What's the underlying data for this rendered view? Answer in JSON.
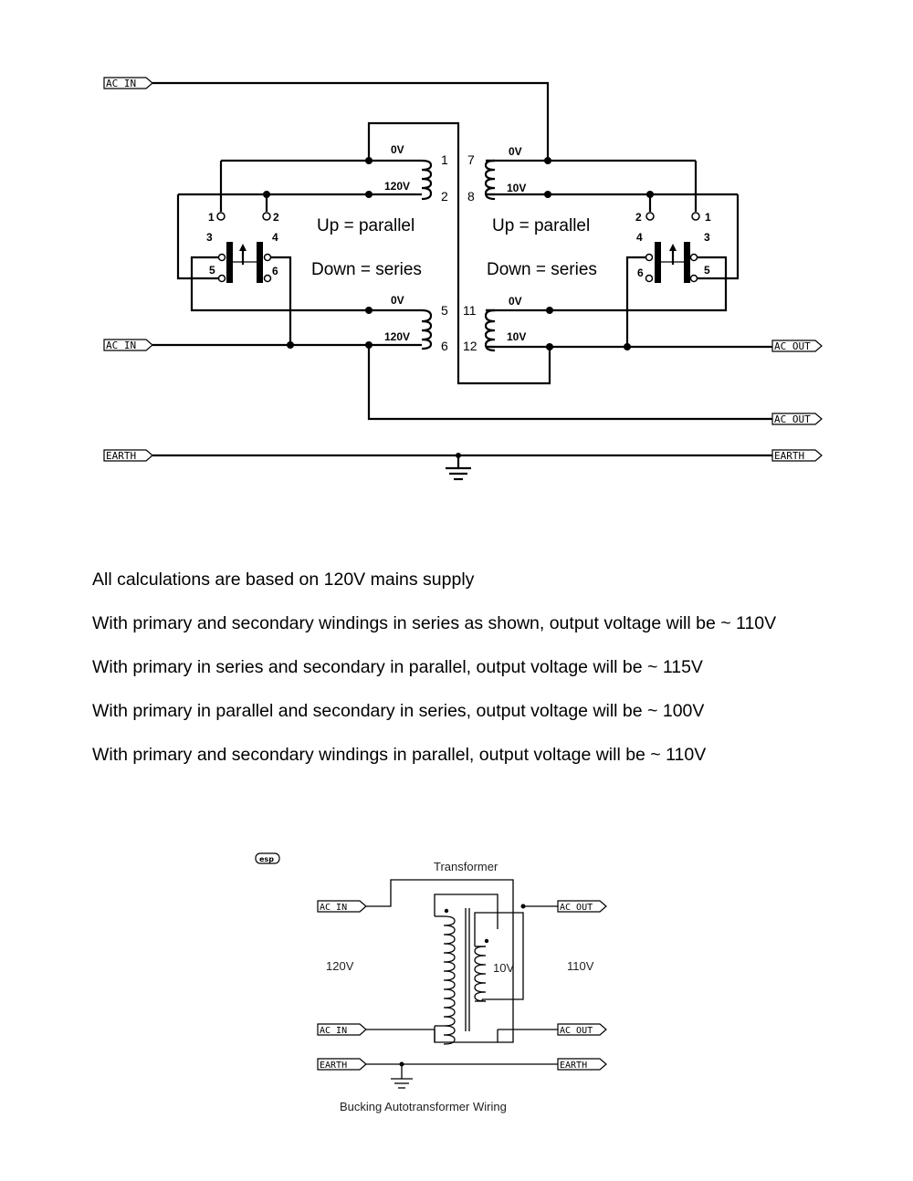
{
  "schematic": {
    "labels": {
      "ac_in": "AC IN",
      "ac_out": "AC OUT",
      "earth": "EARTH"
    },
    "left_transformer": {
      "top_winding": {
        "v0": "0V",
        "v1": "120V",
        "pin_a": "1",
        "pin_b": "2"
      },
      "bottom_winding": {
        "v0": "0V",
        "v1": "120V",
        "pin_a": "5",
        "pin_b": "6"
      }
    },
    "right_transformer": {
      "top_winding": {
        "v0": "0V",
        "v1": "10V",
        "pin_a": "7",
        "pin_b": "8"
      },
      "bottom_winding": {
        "v0": "0V",
        "v1": "10V",
        "pin_a": "11",
        "pin_b": "12"
      }
    },
    "switch_pins": {
      "p1": "1",
      "p2": "2",
      "p3": "3",
      "p4": "4",
      "p5": "5",
      "p6": "6"
    },
    "switch_text": {
      "up": "Up = parallel",
      "down": "Down = series"
    }
  },
  "notes": [
    "All calculations are based on 120V mains supply",
    "With primary and secondary windings in series as shown, output voltage will be ~ 110V",
    "With primary in series and secondary in parallel, output voltage will be ~ 115V",
    "With primary in parallel and secondary in series, output voltage will be ~ 100V",
    "With primary and secondary windings in parallel, output voltage will be ~ 110V"
  ],
  "autotransformer": {
    "logo": "esp",
    "title": "Transformer",
    "input_voltage": "120V",
    "secondary_voltage": "10V",
    "output_voltage": "110V",
    "caption": "Bucking Autotransformer Wiring",
    "labels": {
      "ac_in": "AC IN",
      "ac_out": "AC OUT",
      "earth": "EARTH"
    }
  },
  "colors": {
    "ink": "#000000",
    "background": "#ffffff"
  }
}
